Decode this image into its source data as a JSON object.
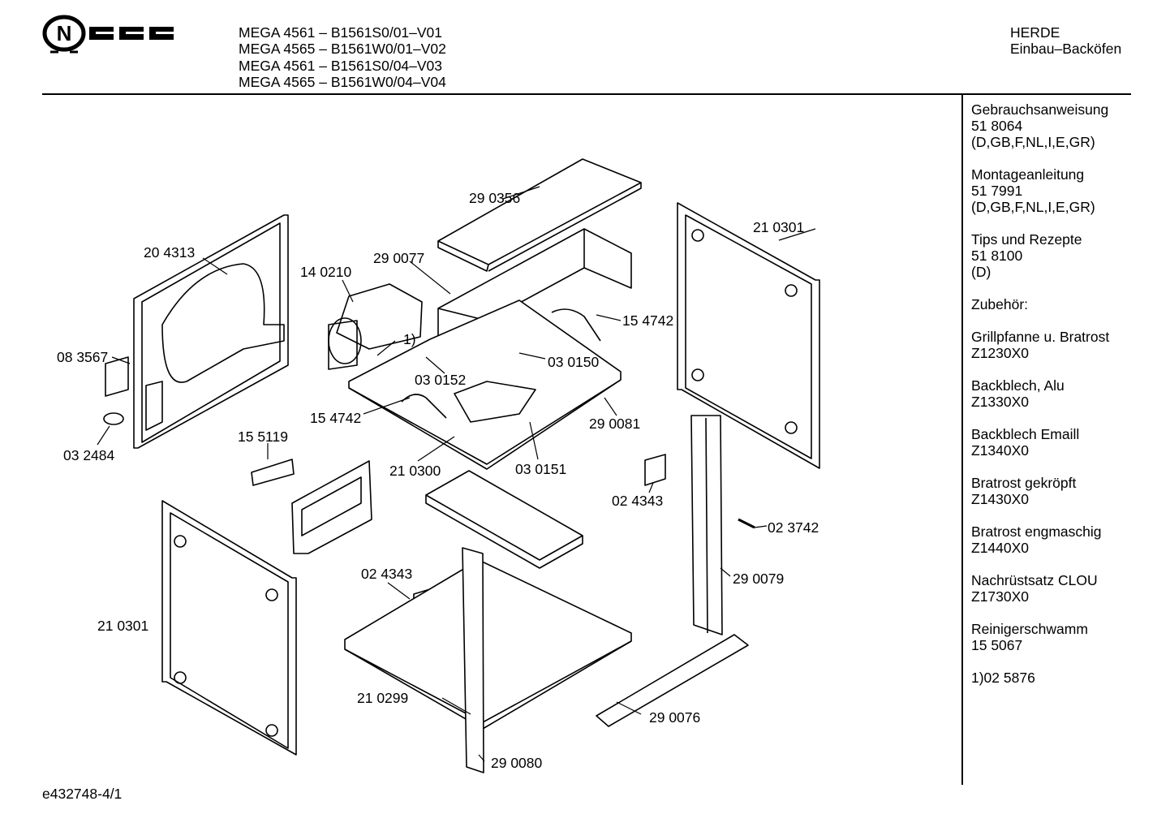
{
  "header": {
    "brand": "NEFF",
    "models": [
      "MEGA 4561 – B1561S0/01–V01",
      "MEGA 4565 – B1561W0/01–V02",
      "MEGA 4561 – B1561S0/04–V03",
      "MEGA 4565 – B1561W0/04–V04"
    ],
    "category_line1": "HERDE",
    "category_line2": "Einbau–Backöfen"
  },
  "sidebar": {
    "items": [
      {
        "title": "Gebrauchsanweisung",
        "number": "51 8064",
        "note": "(D,GB,F,NL,I,E,GR)"
      },
      {
        "title": "Montageanleitung",
        "number": "51 7991",
        "note": "(D,GB,F,NL,I,E,GR)"
      },
      {
        "title": "Tips und Rezepte",
        "number": "51 8100",
        "note": "(D)"
      }
    ],
    "accessories_heading": "Zubehör:",
    "accessories": [
      {
        "name": "Grillpfanne u. Bratrost",
        "code": "Z1230X0"
      },
      {
        "name": "Backblech, Alu",
        "code": "Z1330X0"
      },
      {
        "name": "Backblech Emaill",
        "code": "Z1340X0"
      },
      {
        "name": "Bratrost gekröpft",
        "code": "Z1430X0"
      },
      {
        "name": "Bratrost engmaschig",
        "code": "Z1440X0"
      },
      {
        "name": "Nachrüstsatz CLOU",
        "code": "Z1730X0"
      },
      {
        "name": "Reinigerschwamm",
        "code": "15 5067"
      }
    ],
    "footnote": "1)02 5876"
  },
  "parts": {
    "p290356": "29 0356",
    "p204313": "20 4313",
    "p140210": "14 0210",
    "p290077": "29 0077",
    "p210301_top": "21 0301",
    "p154742_right": "15 4742",
    "p083567": "08 3567",
    "p_footnote": "1)",
    "p030150": "03 0150",
    "p030152": "03 0152",
    "p154742_left": "15 4742",
    "p290081": "29 0081",
    "p032484": "03 2484",
    "p155119": "15 5119",
    "p210300": "21 0300",
    "p030151": "03 0151",
    "p024343_right": "02 4343",
    "p023742": "02 3742",
    "p024343_left": "02 4343",
    "p290079": "29 0079",
    "p210301_bottom": "21 0301",
    "p210299": "21 0299",
    "p290076": "29 0076",
    "p290080": "29 0080"
  },
  "footer": {
    "doc_id": "e432748-4/1"
  }
}
